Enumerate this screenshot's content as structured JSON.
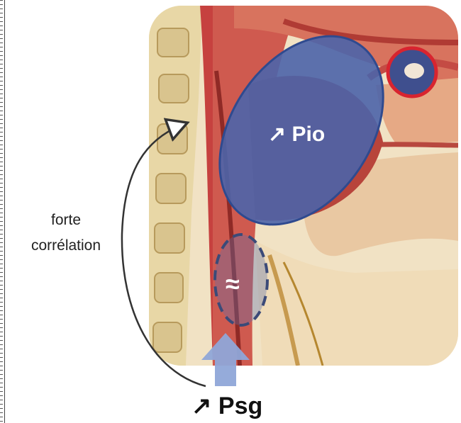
{
  "labels": {
    "intraoral_pressure": "↗ Pio",
    "approx_symbol": "≈",
    "correlation_line1": "forte",
    "correlation_line2": "corrélation",
    "subglottal_pressure": "↗ Psg"
  },
  "colors": {
    "oral_cavity_fill": "#4b64aa",
    "oral_cavity_stroke": "#2f4a8f",
    "lip_marker": "#d8242f",
    "glottis_dashed_outline": "#3b4a78",
    "airflow_arrow": "#8fa7d8",
    "tissue_red": "#c6413f",
    "bone_beige": "#e8d7a6"
  },
  "icons": {
    "airflow": "up-arrow-icon",
    "correlation": "curved-arrow-icon"
  }
}
